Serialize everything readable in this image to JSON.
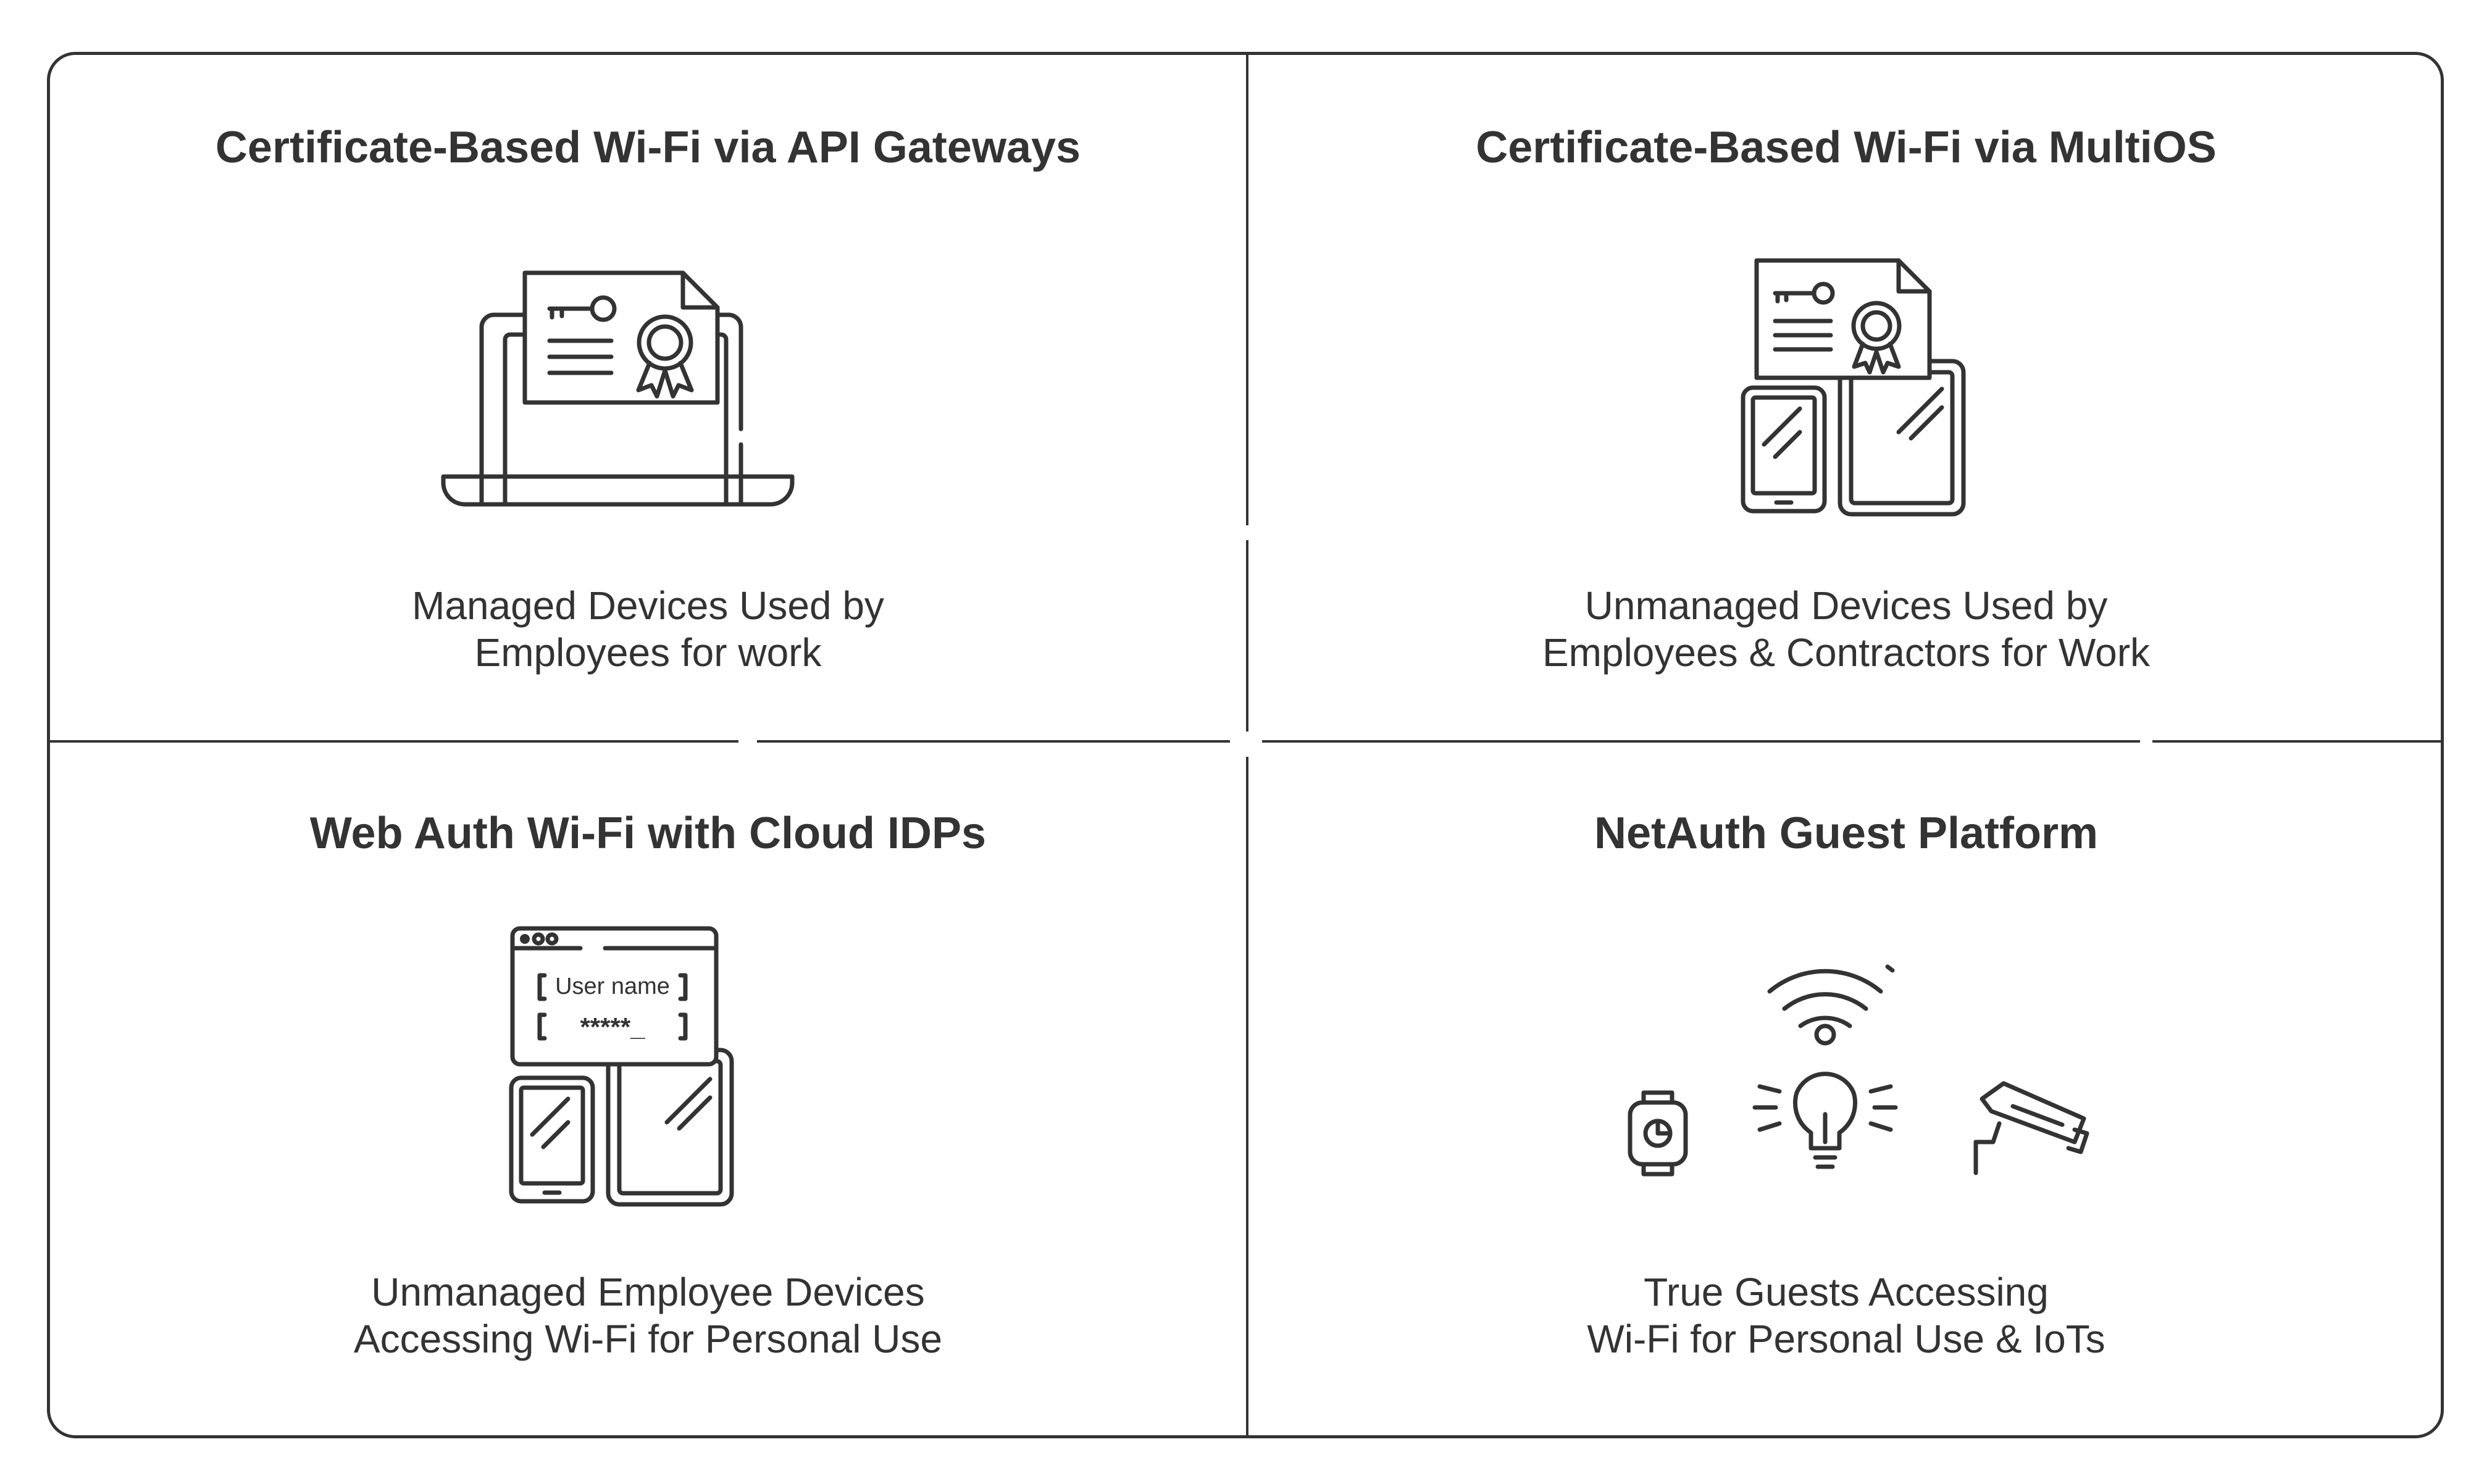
{
  "quadrants": {
    "top_left": {
      "title": "Certificate-Based Wi-Fi via API Gateways",
      "caption_line1": "Managed Devices Used by",
      "caption_line2": "Employees for work",
      "icon": "laptop-certificate-icon"
    },
    "top_right": {
      "title": "Certificate-Based Wi-Fi via MultiOS",
      "caption_line1": "Unmanaged Devices Used by",
      "caption_line2": "Employees & Contractors for Work",
      "icon": "devices-certificate-icon"
    },
    "bottom_left": {
      "title": "Web Auth Wi-Fi with Cloud IDPs",
      "caption_line1": "Unmanaged Employee Devices",
      "caption_line2": "Accessing Wi-Fi for Personal Use",
      "icon": "login-devices-icon",
      "login_form": {
        "username_label": "User name",
        "password_mask": "*****_"
      }
    },
    "bottom_right": {
      "title": "NetAuth Guest Platform",
      "caption_line1": "True Guests Accessing",
      "caption_line2": "Wi-Fi for Personal Use & IoTs",
      "icon": "iot-devices-icon"
    }
  },
  "colors": {
    "stroke": "#333333",
    "background": "#ffffff"
  }
}
